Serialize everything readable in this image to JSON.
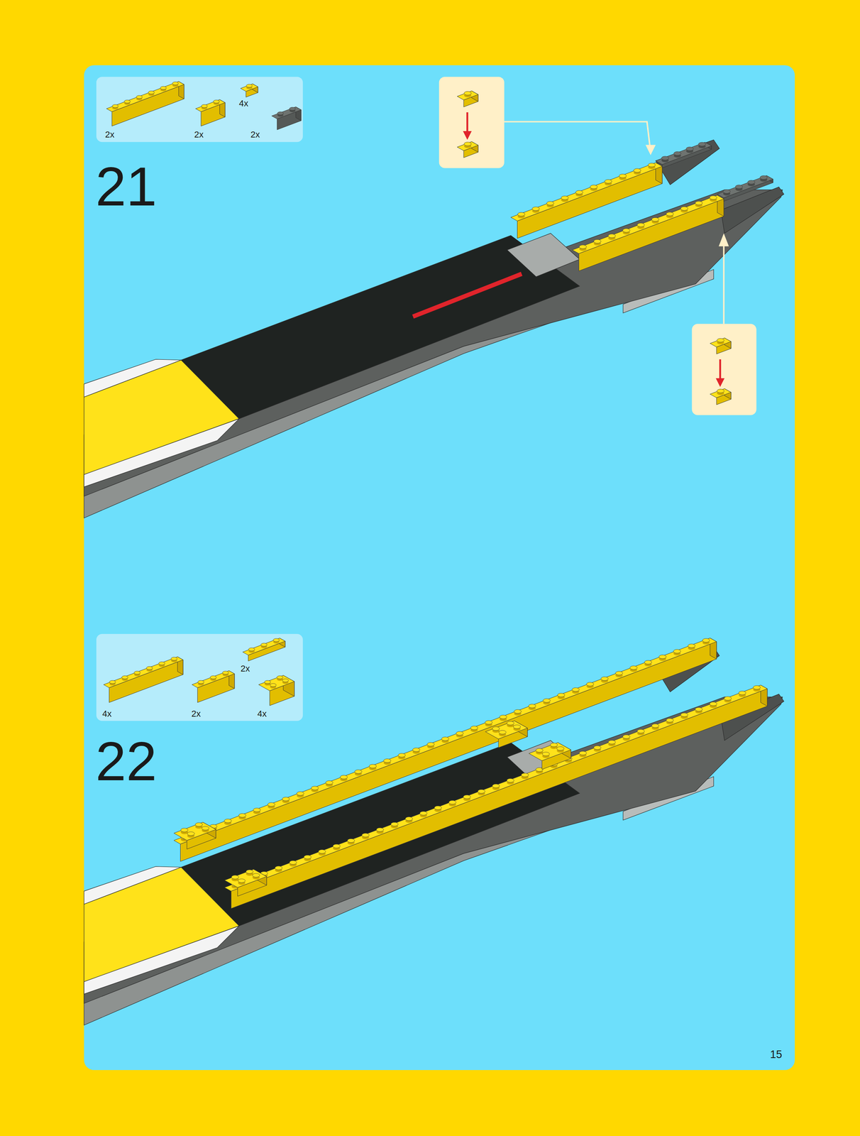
{
  "diagram": {
    "labels": [
      "2x",
      "2x",
      "4x",
      "2x",
      "21",
      "2x",
      "4x",
      "2x",
      "4x",
      "22",
      "15"
    ]
  }
}
